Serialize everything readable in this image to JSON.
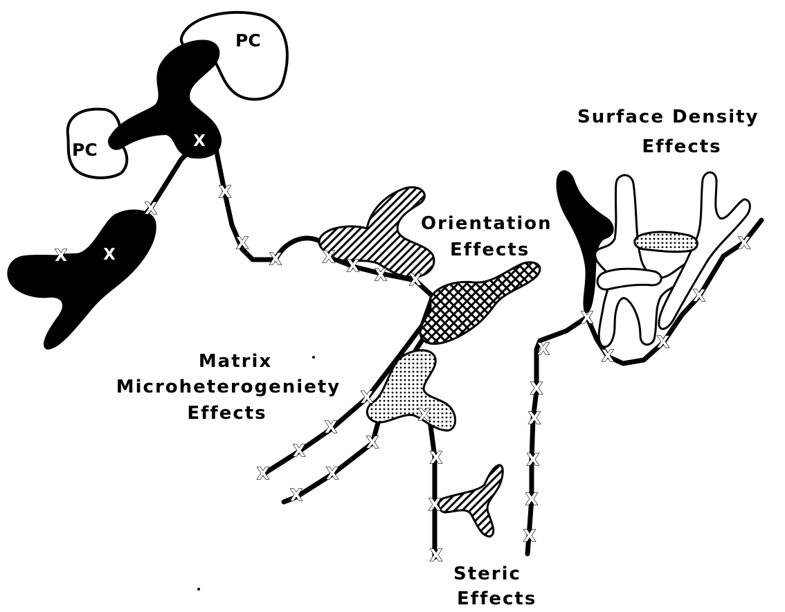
{
  "labels": {
    "pc_top": "PC",
    "pc_left": "PC",
    "surface_density_line1": "Surface   Density",
    "surface_density_line2": "Effects",
    "orientation_line1": "Orientation",
    "orientation_line2": "Effects",
    "matrix_line1": "Matrix",
    "matrix_line2": "Microheterogeniety",
    "matrix_line3": "Effects",
    "steric_line1": "Steric",
    "steric_line2": "Effects"
  },
  "marker_glyph": "X",
  "colors": {
    "ink": "#000000",
    "paper": "#ffffff",
    "light_fill": "#e6e6e6"
  }
}
